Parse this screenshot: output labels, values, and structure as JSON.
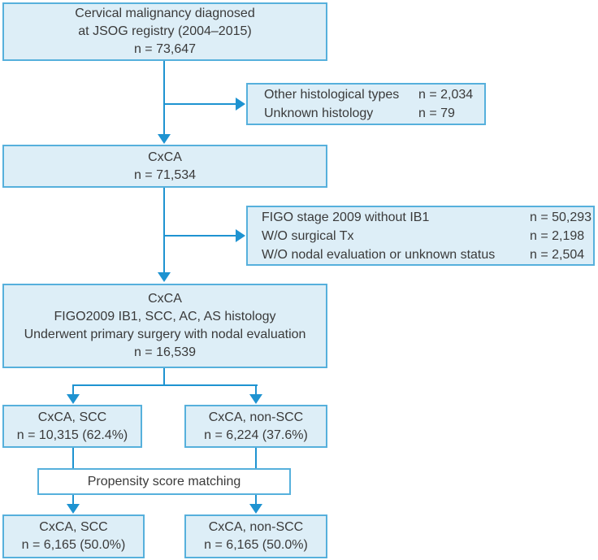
{
  "colors": {
    "box_fill": "#ddeef7",
    "box_border": "#56b0dc",
    "connector": "#1e93d1",
    "text": "#3a3a3a",
    "white_fill": "#ffffff"
  },
  "boxes": {
    "registry": {
      "line1": "Cervical malignancy diagnosed",
      "line2": "at JSOG registry (2004–2015)",
      "line3": "n = 73,647"
    },
    "exclusion1": {
      "rows": [
        {
          "label": "Other histological types",
          "value": "n = 2,034"
        },
        {
          "label": "Unknown histology",
          "value": "n = 79"
        }
      ]
    },
    "cxca_all": {
      "line1": "CxCA",
      "line2": "n = 71,534"
    },
    "exclusion2": {
      "rows": [
        {
          "label": "FIGO stage 2009 without IB1",
          "value": "n = 50,293"
        },
        {
          "label": "W/O surgical Tx",
          "value": "n = 2,198"
        },
        {
          "label": "W/O nodal evaluation or unknown status",
          "value": "n = 2,504"
        }
      ]
    },
    "cohort": {
      "line1": "CxCA",
      "line2": "FIGO2009 IB1, SCC, AC, AS histology",
      "line3": "Underwent primary surgery with nodal evaluation",
      "line4": "n = 16,539"
    },
    "scc_pre": {
      "line1": "CxCA, SCC",
      "line2": "n = 10,315 (62.4%)"
    },
    "nonscc_pre": {
      "line1": "CxCA, non-SCC",
      "line2": "n = 6,224 (37.6%)"
    },
    "psm": {
      "label": "Propensity score matching"
    },
    "scc_post": {
      "line1": "CxCA, SCC",
      "line2": "n = 6,165 (50.0%)"
    },
    "nonscc_post": {
      "line1": "CxCA, non-SCC",
      "line2": "n = 6,165 (50.0%)"
    }
  }
}
